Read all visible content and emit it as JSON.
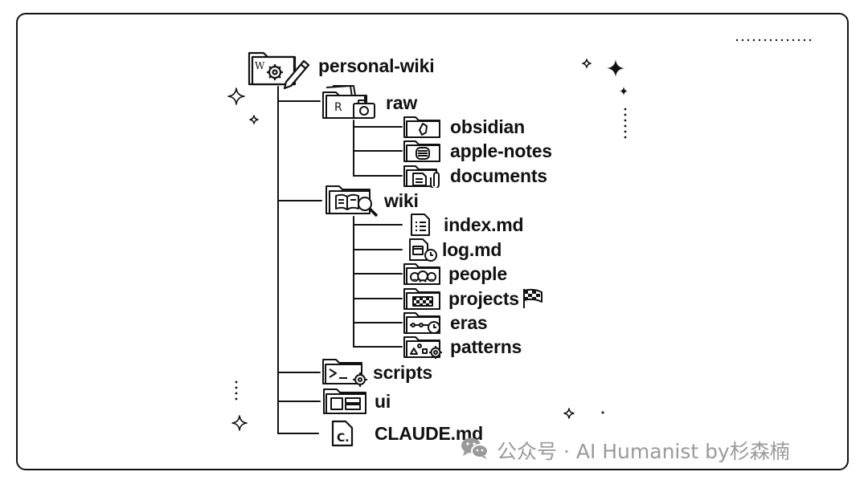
{
  "tree": {
    "root": {
      "label": "personal-wiki",
      "icon": "folder-gear-pencil-icon"
    },
    "nodes": [
      {
        "id": "raw",
        "label": "raw",
        "icon": "folder-r-camera-icon"
      },
      {
        "id": "obsidian",
        "label": "obsidian",
        "icon": "folder-obsidian-icon"
      },
      {
        "id": "apple-notes",
        "label": "apple-notes",
        "icon": "folder-notes-icon"
      },
      {
        "id": "documents",
        "label": "documents",
        "icon": "folder-documents-clip-icon"
      },
      {
        "id": "wiki",
        "label": "wiki",
        "icon": "folder-book-magnifier-icon"
      },
      {
        "id": "index-md",
        "label": "index.md",
        "icon": "file-list-icon"
      },
      {
        "id": "log-md",
        "label": "log.md",
        "icon": "file-calendar-clock-icon"
      },
      {
        "id": "people",
        "label": "people",
        "icon": "folder-people-icon"
      },
      {
        "id": "projects",
        "label": "projects",
        "icon": "folder-grid-icon",
        "badge": "checkered-flag-icon"
      },
      {
        "id": "eras",
        "label": "eras",
        "icon": "folder-timeline-clock-icon"
      },
      {
        "id": "patterns",
        "label": "patterns",
        "icon": "folder-shapes-gear-icon"
      },
      {
        "id": "scripts",
        "label": "scripts",
        "icon": "folder-terminal-gear-icon"
      },
      {
        "id": "ui",
        "label": "ui",
        "icon": "folder-layout-icon"
      },
      {
        "id": "claude-md",
        "label": "CLAUDE.md",
        "icon": "file-c-icon"
      }
    ]
  },
  "watermark": {
    "text": "公众号 · AI Humanist by杉森楠",
    "icon": "wechat-icon"
  },
  "colors": {
    "ink": "#111111",
    "watermark": "#9a9a9a",
    "background": "#ffffff"
  }
}
